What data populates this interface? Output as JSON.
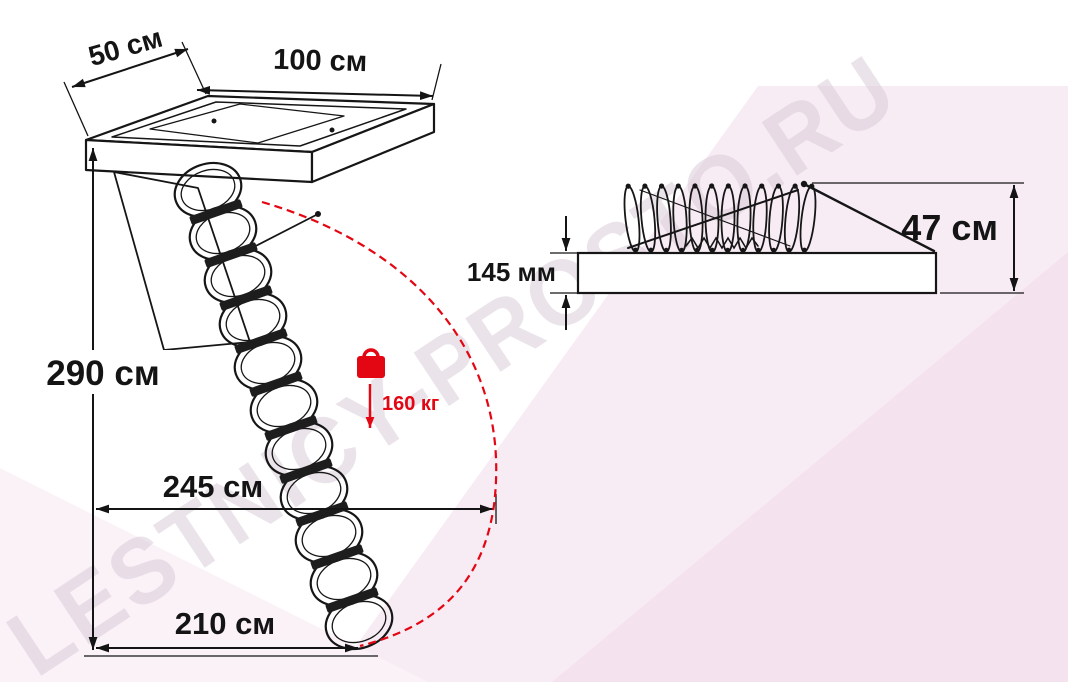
{
  "watermark": "LESTNICY-PROSTO.RU",
  "front_view": {
    "depth": "50 см",
    "width": "100 см",
    "height": "290 см",
    "swing": "245 см",
    "footprint": "210 см",
    "max_load": "160 кг"
  },
  "side_view": {
    "folded_height": "47 см",
    "box_thickness": "145 мм"
  },
  "colors": {
    "accent_red": "#e30613",
    "line_black": "#161616",
    "background_pink": "#f8ecf4",
    "background_pink_dark": "#f3e0ed",
    "watermark_gray": "#d7cad7"
  }
}
